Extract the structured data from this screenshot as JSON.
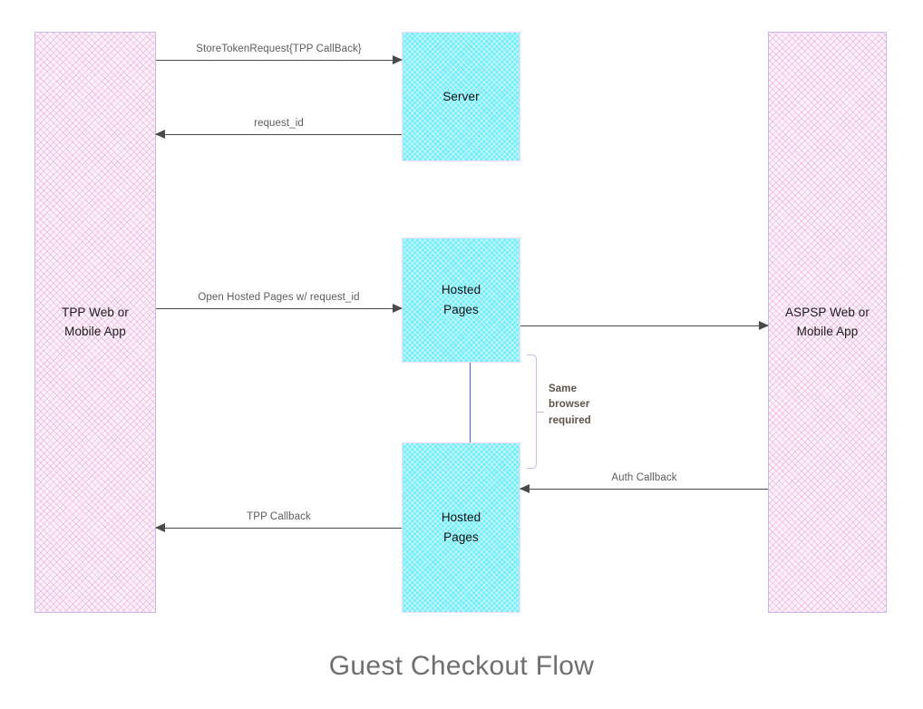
{
  "diagram": {
    "title": "Guest Checkout Flow",
    "type": "sequence-diagram",
    "colors": {
      "lifeline_fill": "#fdf3fb",
      "lifeline_hatch": "#e9a0d8",
      "lifeline_border": "#c9b8e8",
      "process_fill": "#74eefb",
      "process_border": "#f0dcf2",
      "arrow": "#4a4a4a",
      "connector": "#4a5fc4",
      "bracket": "#cdbbe8",
      "title_text": "#6f6f6f",
      "note_text": "#5d5248"
    }
  },
  "lifelines": [
    {
      "id": "tpp",
      "label": "TPP Web or\nMobile App"
    },
    {
      "id": "aspsp",
      "label": "ASPSP Web or\nMobile App"
    }
  ],
  "processes": [
    {
      "id": "server",
      "label": "Server"
    },
    {
      "id": "hosted-top",
      "label": "Hosted\nPages"
    },
    {
      "id": "hosted-bottom",
      "label": "Hosted\nPages"
    }
  ],
  "messages": [
    {
      "id": "store-token-request",
      "label": "StoreTokenRequest{TPP CallBack}",
      "direction": "right",
      "from": "tpp",
      "to": "server"
    },
    {
      "id": "request-id",
      "label": "request_id",
      "direction": "left",
      "from": "server",
      "to": "tpp"
    },
    {
      "id": "open-hosted-pages",
      "label": "Open Hosted Pages w/ request_id",
      "direction": "right",
      "from": "tpp",
      "to": "hosted-top"
    },
    {
      "id": "redirect-to-aspsp",
      "label": "",
      "direction": "right",
      "from": "hosted-top",
      "to": "aspsp"
    },
    {
      "id": "auth-callback",
      "label": "Auth Callback",
      "direction": "left",
      "from": "aspsp",
      "to": "hosted-bottom"
    },
    {
      "id": "tpp-callback",
      "label": "TPP Callback",
      "direction": "left",
      "from": "hosted-bottom",
      "to": "tpp"
    }
  ],
  "notes": [
    {
      "id": "same-browser",
      "label": "Same\nbrowser\nrequired"
    }
  ]
}
